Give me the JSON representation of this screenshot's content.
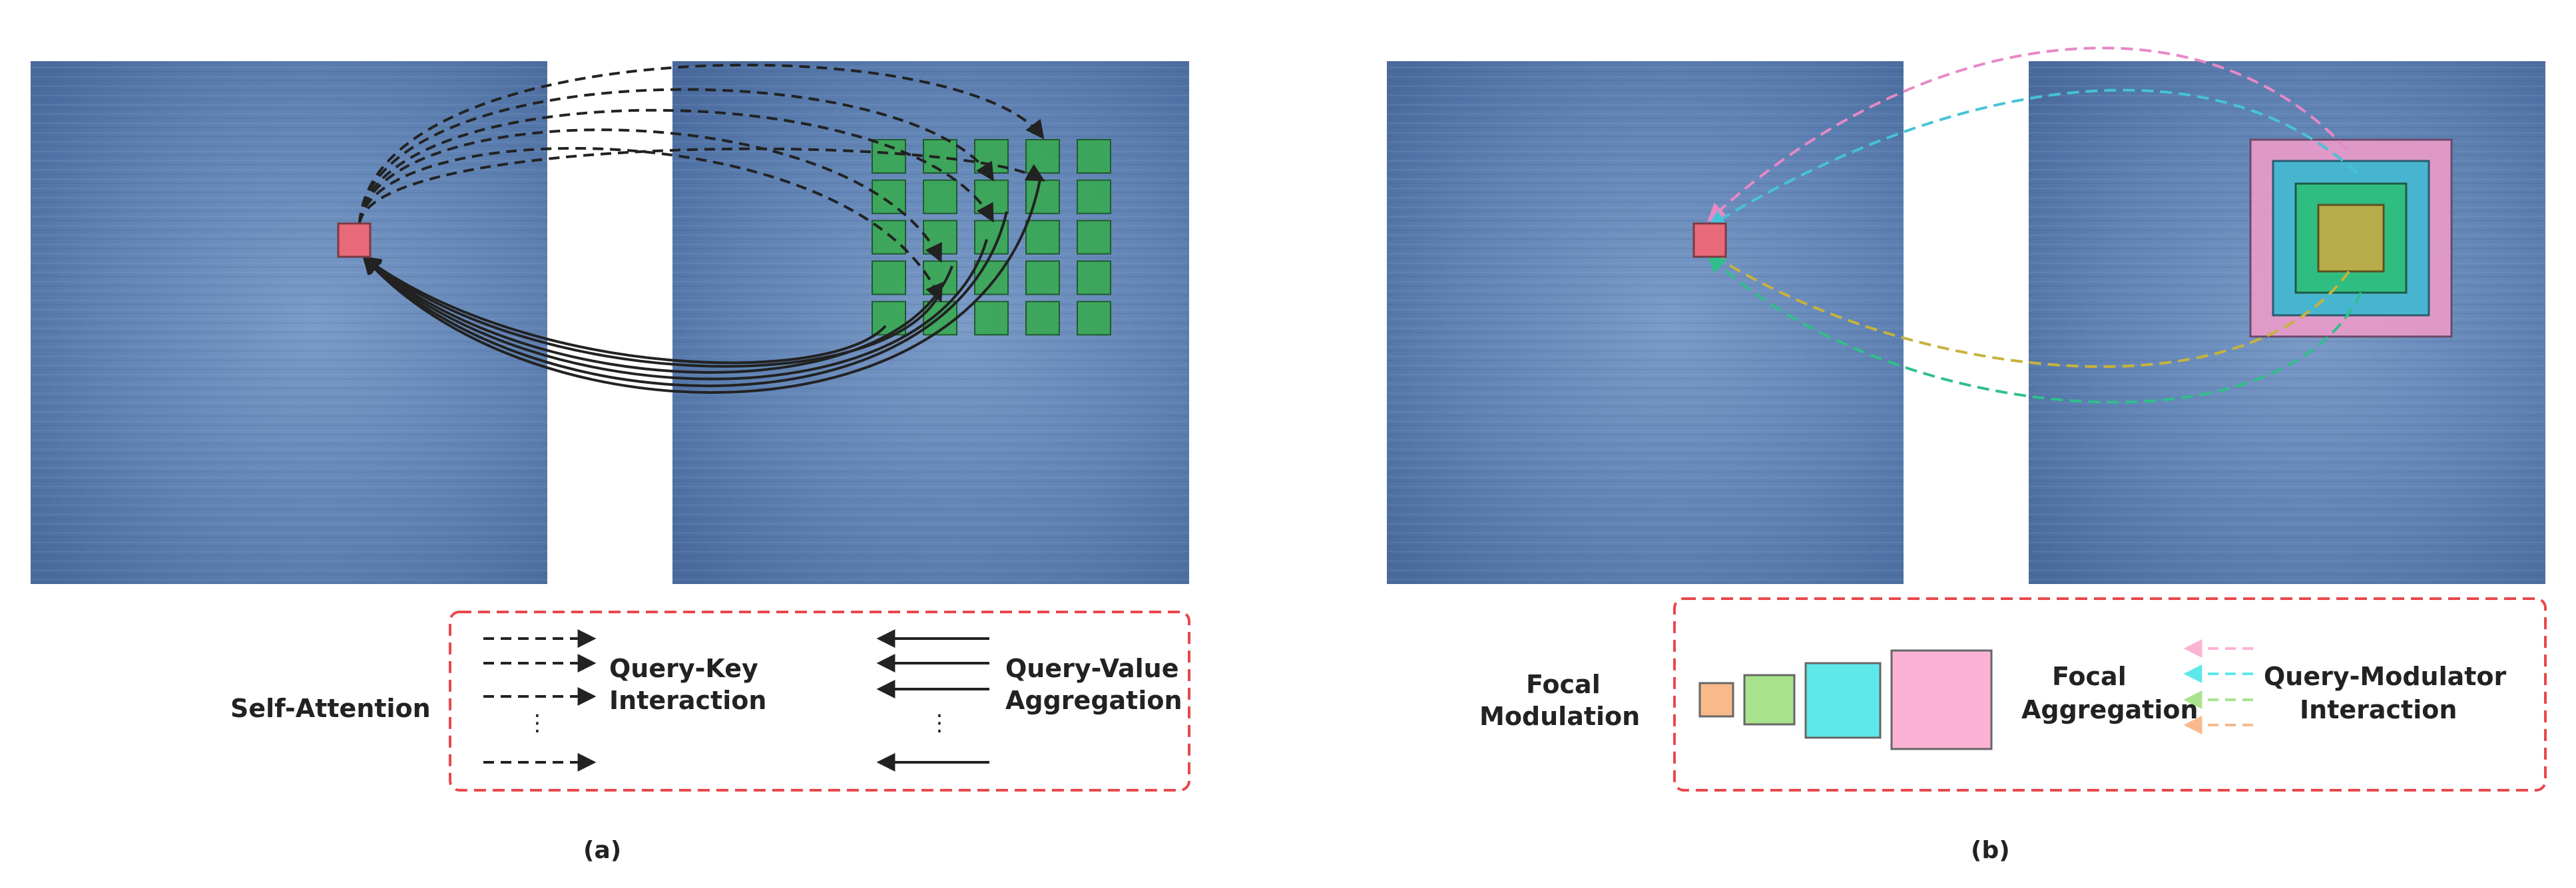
{
  "panel_a": {
    "caption": "(a)",
    "legend": {
      "method_label": "Self-Attention",
      "qk_label_line1": "Query-Key",
      "qk_label_line2": "Interaction",
      "qv_label_line1": "Query-Value",
      "qv_label_line2": "Aggregation",
      "ellipsis": "⋮"
    }
  },
  "panel_b": {
    "caption": "(b)",
    "legend": {
      "method_label_line1": "Focal",
      "method_label_line2": "Modulation",
      "agg_label_line1": "Focal",
      "agg_label_line2": "Aggregation",
      "interaction_label_line1": "Query-Modulator",
      "interaction_label_line2": "Interaction"
    }
  },
  "colors": {
    "image_blue": "#5d7fb0",
    "query_red": "#e86a78",
    "grid_green": "#39a852",
    "legend_border": "#e8484c",
    "level1_orange": "#f9b98a",
    "level2_green": "#a9e28c",
    "level3_cyan": "#5ee8ea",
    "level4_pink": "#fbb3d5",
    "arrow_pink": "#e789c6",
    "arrow_cyan": "#46c3d6",
    "arrow_green": "#30bf8a",
    "arrow_yellow": "#c7b23e"
  }
}
